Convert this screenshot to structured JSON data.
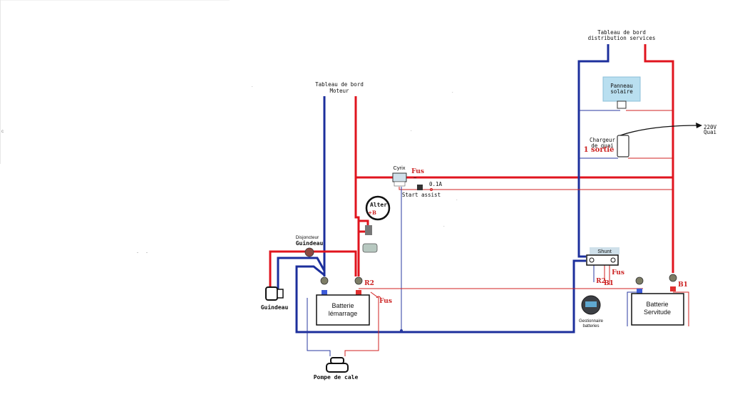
{
  "labels": {
    "tableau_moteur_l1": "Tableau de bord",
    "tableau_moteur_l2": "Moteur",
    "tableau_services_l1": "Tableau de bord",
    "tableau_services_l2": "distribution services",
    "panneau_l1": "Panneau",
    "panneau_l2": "solaire",
    "chargeur_l1": "Chargeur",
    "chargeur_l2": "de quai",
    "sortie": "1 sortie",
    "quai_l1": "220V",
    "quai_l2": "Quai",
    "cyrix": "Cyrix",
    "fus_top": "Fus",
    "fuse_small": "0.1A",
    "start_assist": "Start assist",
    "alter": "Alter",
    "alter_plus": "+B",
    "disjoncteur": "Disjoncteur",
    "guindeau_top": "Guindeau",
    "guindeau_motor": "Guindeau",
    "r2_left": "R2",
    "fus_left": "Fus",
    "batterie_demarrage_l1": "Batterie",
    "batterie_demarrage_l2": "lémarrage",
    "pompe": "Pompe de cale",
    "shunt": "Shunt",
    "fus_shunt": "Fus",
    "r2_shunt": "R2",
    "b1_shunt": "B1",
    "b1_right": "B1",
    "gestionnaire_l1": "Gestionnaire",
    "gestionnaire_l2": "batteries",
    "batterie_servitude_l1": "Batterie",
    "batterie_servitude_l2": "Servitude"
  },
  "colors": {
    "positive_wire": "#e0141e",
    "negative_wire": "#1c2f9c",
    "panel_fill": "#b9dff0"
  }
}
